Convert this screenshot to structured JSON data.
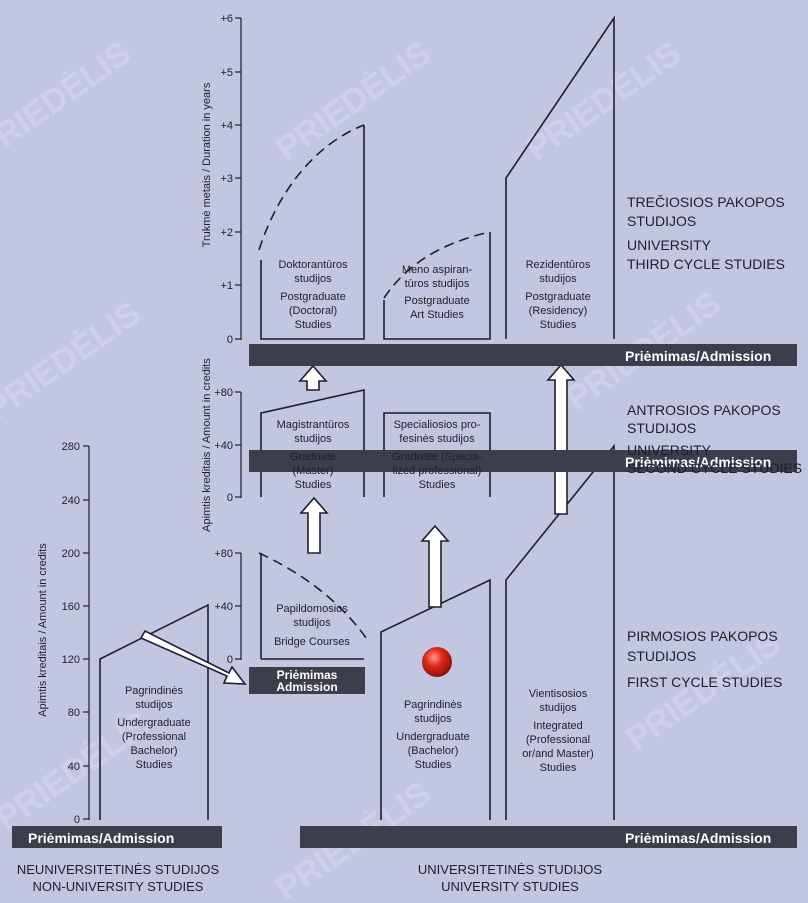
{
  "watermark": "PRIEDĖLIS",
  "admission_label": "Priėmimas/Admission",
  "admission_stacked": [
    "Priėmimas",
    "Admission"
  ],
  "axes": {
    "duration_label": "Trukmė metais / Duration in years",
    "credits_label": "Apimtis kreditais / Amount in credits",
    "duration_ticks": [
      "0",
      "+1",
      "+2",
      "+3",
      "+4",
      "+5",
      "+6"
    ],
    "credit_ticks_80": [
      "0",
      "+40",
      "+80"
    ],
    "credit_ticks_280": [
      "0",
      "40",
      "80",
      "120",
      "160",
      "200",
      "240",
      "280"
    ]
  },
  "cycles": {
    "third": [
      "TREČIOSIOS PAKOPOS",
      "STUDIJOS",
      "UNIVERSITY",
      "THIRD CYCLE STUDIES"
    ],
    "second": [
      "ANTROSIOS PAKOPOS",
      "STUDIJOS",
      "UNIVERSITY",
      "SECOND CYCLE STUDIES"
    ],
    "first": [
      "PIRMOSIOS PAKOPOS",
      "STUDIJOS",
      "FIRST CYCLE STUDIES"
    ]
  },
  "boxes": {
    "doctoral": [
      "Doktorantūros",
      "studijos",
      "Postgraduate",
      "(Doctoral)",
      "Studies"
    ],
    "art": [
      "Meno aspiran-",
      "tūros studijos",
      "Postgraduate",
      "Art Studies"
    ],
    "residency": [
      "Rezidentūros",
      "studijos",
      "Postgraduate",
      "(Residency)",
      "Studies"
    ],
    "master": [
      "Magistrantūros",
      "studijos",
      "Graduate",
      "(Master)",
      "Studies"
    ],
    "specialized": [
      "Specialiosios pro-",
      "fesinės studijos",
      "Graduate (Specia-",
      "lized professional)",
      "Studies"
    ],
    "bridge": [
      "Papildomosios",
      "studijos",
      "Bridge Courses"
    ],
    "bachelor": [
      "Pagrindinės",
      "studijos",
      "Undergraduate",
      "(Bachelor)",
      "Studies"
    ],
    "integrated": [
      "Vientisosios",
      "studijos",
      "Integrated",
      "(Professional",
      "or/and Master)",
      "Studies"
    ],
    "professional_bachelor": [
      "Pagrindinės",
      "studijos",
      "Undergraduate",
      "(Professional",
      "Bachelor)",
      "Studies"
    ]
  },
  "footer": {
    "non_university": [
      "NEUNIVERSITETINĖS STUDIJOS",
      "NON-UNIVERSITY STUDIES"
    ],
    "university": [
      "UNIVERSITETINĖS STUDIJOS",
      "UNIVERSITY STUDIES"
    ]
  },
  "colors": {
    "background": "#c2c6e1",
    "admission_bar": "#3d3e4c",
    "lines": "#1e1f2a",
    "dot": "#e0281c",
    "watermark": "#d0d3ec"
  }
}
